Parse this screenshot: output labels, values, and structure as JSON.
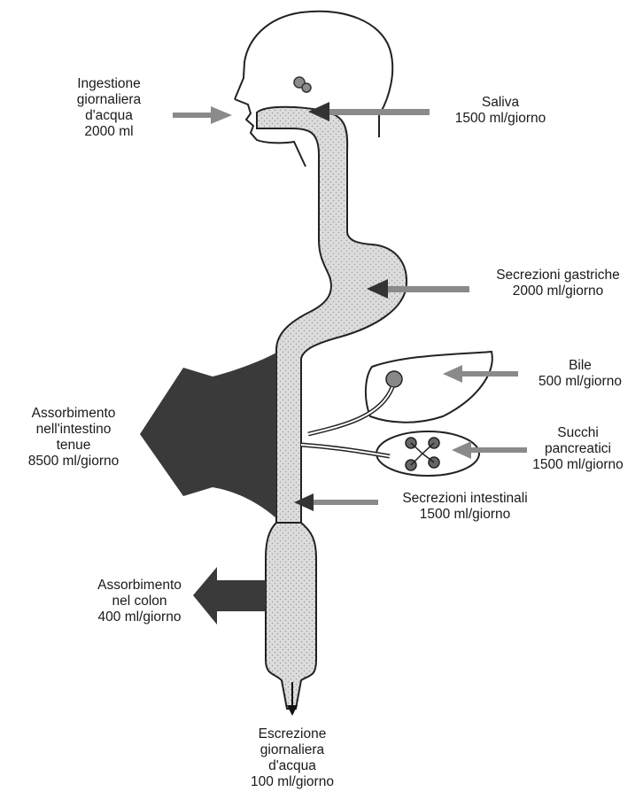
{
  "labels": {
    "water_intake": [
      "Ingestione",
      "giornaliera",
      "d'acqua",
      "2000 ml"
    ],
    "saliva": [
      "Saliva",
      "1500 ml/giorno"
    ],
    "gastric": [
      "Secrezioni gastriche",
      "2000 ml/giorno"
    ],
    "bile": [
      "Bile",
      "500 ml/giorno"
    ],
    "pancreatic": [
      "Succhi",
      "pancreatici",
      "1500 ml/giorno"
    ],
    "intestinal": [
      "Secrezioni intestinali",
      "1500 ml/giorno"
    ],
    "small_intestine_absorption": [
      "Assorbimento",
      "nell'intestino",
      "tenue",
      "8500 ml/giorno"
    ],
    "colon_absorption": [
      "Assorbimento",
      "nel colon",
      "400 ml/giorno"
    ],
    "water_excretion": [
      "Escrezione",
      "giornaliera",
      "d'acqua",
      "100 ml/giorno"
    ]
  },
  "colors": {
    "tract_fill": "#d9d9d9",
    "outline": "#222222",
    "dark_arrow": "#3a3a3a",
    "grey_arrow": "#8a8a8a"
  }
}
